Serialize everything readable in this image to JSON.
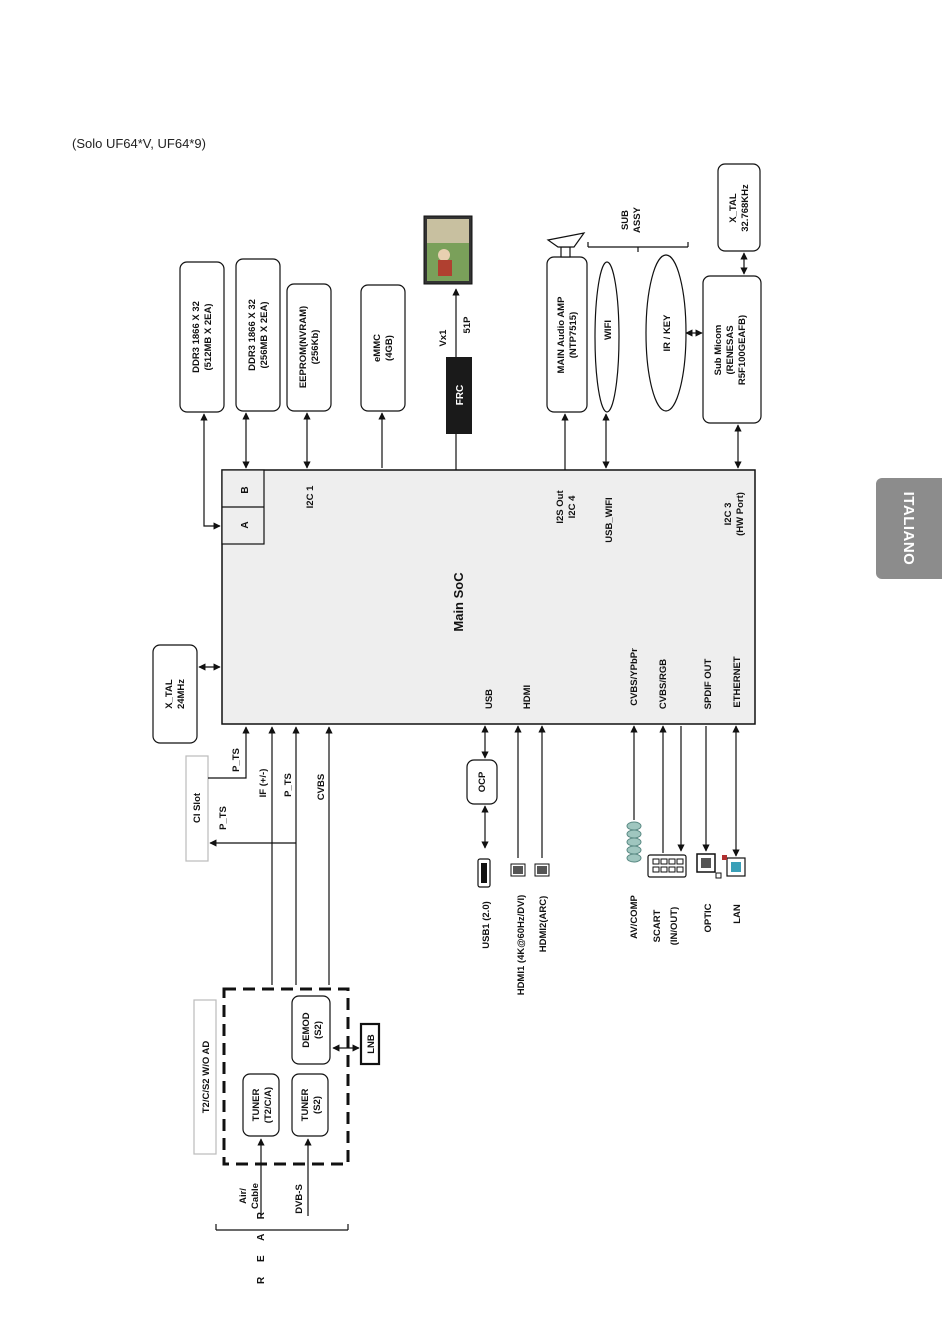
{
  "header_note": "(Solo UF64*V, UF64*9)",
  "side_tab": "ITALIANO",
  "soc": {
    "title": "Main SoC",
    "port_a": "A",
    "port_b": "B"
  },
  "memory": {
    "ddr_a": [
      "DDR3  1866 X 32",
      "(512MB X 2EA)"
    ],
    "ddr_b": [
      "DDR3  1866 X 32",
      "(256MB X 2EA)"
    ],
    "eeprom": [
      "EEPROM(NVRAM)",
      "(256Kb)"
    ],
    "emmc": [
      "eMMC",
      "(4GB)"
    ]
  },
  "frc": {
    "label": "FRC",
    "vx1": "Vx1",
    "pins": "51P"
  },
  "audio": {
    "amp": [
      "MAIN Audio AMP",
      "(NTP7515)"
    ]
  },
  "sub_assy": {
    "label": [
      "SUB",
      "ASSY"
    ],
    "wifi": "WIFI",
    "ir_key": "IR / KEY"
  },
  "sub_micom": [
    "Sub Micom",
    "(RENESAS",
    "R5F100GEAFB)"
  ],
  "xtal_top": [
    "X_TAL",
    "32.768KHz"
  ],
  "xtal_left": [
    "X_TAL",
    "24MHz"
  ],
  "soc_signals": {
    "i2c1": "I2C 1",
    "i2s_out": [
      "I2S Out",
      "I2C 4"
    ],
    "usb_wifi": "USB_WIFI",
    "i2c3": [
      "I2C 3",
      "(HW Port)"
    ],
    "usb": "USB",
    "hdmi": "HDMI",
    "cvbs_ypbpr": "CVBS/YPbPr",
    "cvbs_rgb": "CVBS/RGB",
    "spdif_out": "SPDIF OUT",
    "ethernet": "ETHERNET"
  },
  "ci": {
    "slot": "CI Slot",
    "p_ts_in": "P_TS",
    "p_ts_out": "P_TS"
  },
  "tuner_signals": {
    "if": "IF (+/-)",
    "p_ts": "P_TS",
    "cvbs": "CVBS"
  },
  "ocp": "OCP",
  "connectors": {
    "usb1": "USB1 (2.0)",
    "hdmi1": "HDMI1 (4K@60Hz/DVI)",
    "hdmi2": "HDMI2(ARC)",
    "av_comp": "AV/COMP",
    "scart": [
      "SCART",
      "(IN/OUT)"
    ],
    "optic": "OPTIC",
    "lan": "LAN"
  },
  "tuner_module": {
    "title": "T2/C/S2 W/O AD",
    "tuner1": [
      "TUNER",
      "(T2/C/A)"
    ],
    "tuner2": [
      "TUNER",
      "(S2)"
    ],
    "demod": [
      "DEMOD",
      "(S2)"
    ],
    "lnb": "LNB"
  },
  "rear": {
    "air_cable": [
      "Air/",
      "Cable"
    ],
    "dvbs": "DVB-S",
    "label": "R E A R"
  },
  "colors": {
    "soc_fill": "#eeeeee",
    "frc_fill": "#1a1a1a",
    "tab": "#8c8c8c",
    "av_jack": "#9fc6bf",
    "lan_port": "#3aa0b8"
  }
}
